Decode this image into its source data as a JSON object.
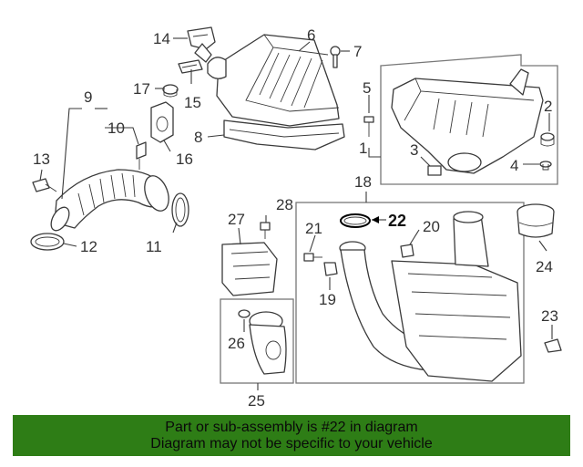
{
  "callouts": {
    "c1": "1",
    "c2": "2",
    "c3": "3",
    "c4": "4",
    "c5": "5",
    "c6": "6",
    "c7": "7",
    "c8": "8",
    "c9": "9",
    "c10": "10",
    "c11": "11",
    "c12": "12",
    "c13": "13",
    "c14": "14",
    "c15": "15",
    "c16": "16",
    "c17": "17",
    "c18": "18",
    "c19": "19",
    "c20": "20",
    "c21": "21",
    "c22": "22",
    "c23": "23",
    "c24": "24",
    "c25": "25",
    "c26": "26",
    "c27": "27",
    "c28": "28"
  },
  "highlighted_part": "22",
  "banner": {
    "line1": "Part or sub-assembly is #22 in diagram",
    "line2": "Diagram may not be specific to your vehicle",
    "color": "#2e7d16"
  }
}
